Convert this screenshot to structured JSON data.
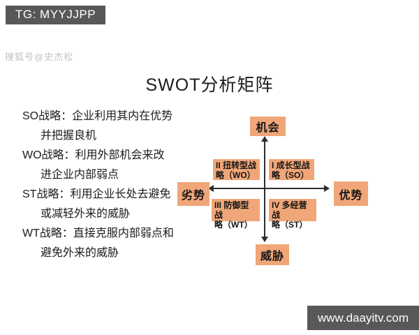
{
  "badges": {
    "tg": "TG: MYYJJPP",
    "website": "www.daayitv.com"
  },
  "watermark": "搜狐号@史杰松",
  "title": "SWOT分析矩阵",
  "descriptions": [
    {
      "line1": "SO战略：企业利用其内在优势",
      "line2": "并把握良机"
    },
    {
      "line1": "WO战略：利用外部机会来改",
      "line2": "进企业内部弱点"
    },
    {
      "line1": "ST战略：利用企业长处去避免",
      "line2": "或减轻外来的威胁"
    },
    {
      "line1": "WT战略：直接克服内部弱点和",
      "line2": "避免外来的威胁"
    }
  ],
  "matrix": {
    "axis_labels": {
      "top": "机会",
      "bottom": "威胁",
      "left": "劣势",
      "right": "优势"
    },
    "quadrants": [
      {
        "id": "II",
        "line1": "II 扭转型战",
        "line2": "略（WO）"
      },
      {
        "id": "I",
        "line1": "I 成长型战",
        "line2": "略（SO）"
      },
      {
        "id": "III",
        "line1": "III 防御型战",
        "line2": "略（WT）"
      },
      {
        "id": "IV",
        "line1": "IV 多经营战",
        "line2": "略（ST）"
      }
    ]
  },
  "colors": {
    "accent_peach": "#f0a678",
    "badge_gray": "#58585a"
  }
}
